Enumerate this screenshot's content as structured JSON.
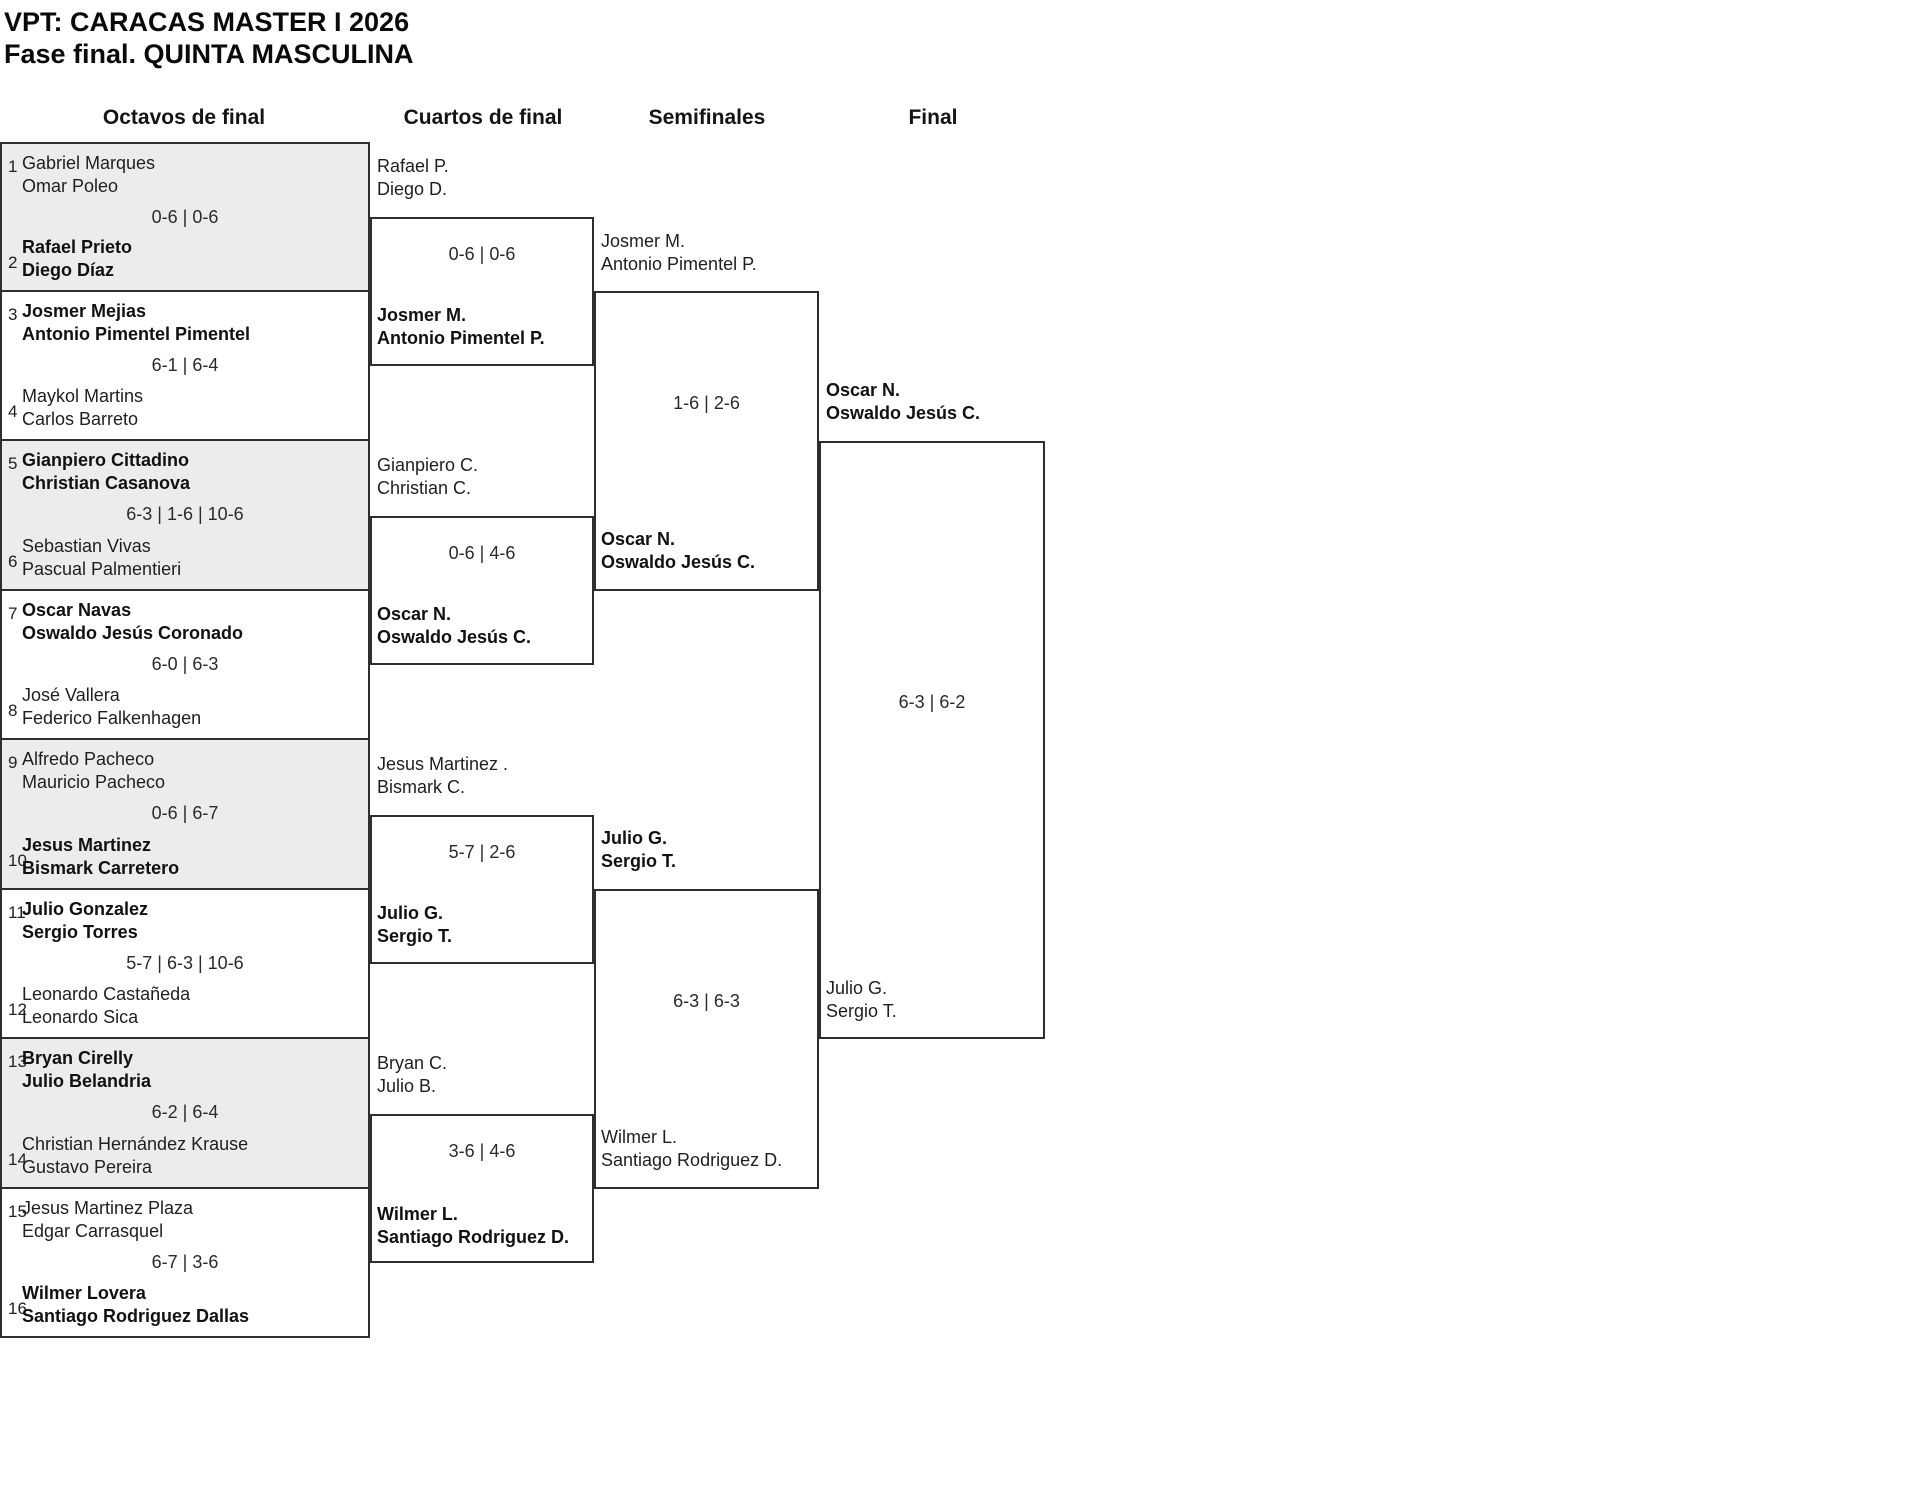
{
  "title": "VPT: CARACAS MASTER I 2026",
  "subtitle": "Fase final. QUINTA MASCULINA",
  "round_headers": [
    "Octavos de final",
    "Cuartos de final",
    "Semifinales",
    "Final"
  ],
  "colors": {
    "alt_match_bg": "#ececec",
    "border": "#2e2e2e",
    "text": "#1f1f1f"
  },
  "octavos": [
    {
      "seed_top": "1",
      "top": [
        "Gabriel Marques",
        "Omar Poleo"
      ],
      "top_winner": false,
      "score": "0-6 | 0-6",
      "seed_bottom": "2",
      "bottom": [
        "Rafael Prieto",
        "Diego Díaz"
      ],
      "bottom_winner": true
    },
    {
      "seed_top": "3",
      "top": [
        "Josmer Mejias",
        "Antonio Pimentel Pimentel"
      ],
      "top_winner": true,
      "score": "6-1 | 6-4",
      "seed_bottom": "4",
      "bottom": [
        "Maykol Martins",
        "Carlos Barreto"
      ],
      "bottom_winner": false
    },
    {
      "seed_top": "5",
      "top": [
        "Gianpiero Cittadino",
        "Christian Casanova"
      ],
      "top_winner": true,
      "score": "6-3 | 1-6 | 10-6",
      "seed_bottom": "6",
      "bottom": [
        "Sebastian Vivas",
        "Pascual Palmentieri"
      ],
      "bottom_winner": false
    },
    {
      "seed_top": "7",
      "top": [
        "Oscar Navas",
        "Oswaldo Jesús Coronado"
      ],
      "top_winner": true,
      "score": "6-0 | 6-3",
      "seed_bottom": "8",
      "bottom": [
        "José Vallera",
        "Federico Falkenhagen"
      ],
      "bottom_winner": false
    },
    {
      "seed_top": "9",
      "top": [
        "Alfredo Pacheco",
        "Mauricio Pacheco"
      ],
      "top_winner": false,
      "score": "0-6 | 6-7",
      "seed_bottom": "10",
      "bottom": [
        "Jesus Martinez",
        "Bismark Carretero"
      ],
      "bottom_winner": true
    },
    {
      "seed_top": "11",
      "top": [
        "Julio Gonzalez",
        "Sergio Torres"
      ],
      "top_winner": true,
      "score": "5-7 | 6-3 | 10-6",
      "seed_bottom": "12",
      "bottom": [
        "Leonardo Castañeda",
        "Leonardo Sica"
      ],
      "bottom_winner": false
    },
    {
      "seed_top": "13",
      "top": [
        "Bryan Cirelly",
        "Julio Belandria"
      ],
      "top_winner": true,
      "score": "6-2 | 6-4",
      "seed_bottom": "14",
      "bottom": [
        "Christian Hernández Krause",
        "Gustavo Pereira"
      ],
      "bottom_winner": false
    },
    {
      "seed_top": "15",
      "top": [
        "Jesus Martinez Plaza",
        "Edgar Carrasquel"
      ],
      "top_winner": false,
      "score": "6-7 | 3-6",
      "seed_bottom": "16",
      "bottom": [
        "Wilmer Lovera",
        "Santiago Rodriguez Dallas"
      ],
      "bottom_winner": true
    }
  ],
  "cuartos": [
    {
      "top": [
        "Rafael P.",
        "Diego D."
      ],
      "top_winner": false,
      "score": "0-6 | 0-6",
      "bottom": [
        "Josmer M.",
        "Antonio Pimentel P."
      ],
      "bottom_winner": true
    },
    {
      "top": [
        "Gianpiero C.",
        "Christian C."
      ],
      "top_winner": false,
      "score": "0-6 | 4-6",
      "bottom": [
        "Oscar N.",
        "Oswaldo Jesús C."
      ],
      "bottom_winner": true
    },
    {
      "top": [
        "Jesus Martinez .",
        "Bismark C."
      ],
      "top_winner": false,
      "score": "5-7 | 2-6",
      "bottom": [
        "Julio G.",
        "Sergio T."
      ],
      "bottom_winner": true
    },
    {
      "top": [
        "Bryan C.",
        "Julio B."
      ],
      "top_winner": false,
      "score": "3-6 | 4-6",
      "bottom": [
        "Wilmer L.",
        "Santiago Rodriguez D."
      ],
      "bottom_winner": true
    }
  ],
  "semifinales": [
    {
      "top": [
        "Josmer M.",
        "Antonio Pimentel P."
      ],
      "top_winner": false,
      "score": "1-6 | 2-6",
      "bottom": [
        "Oscar N.",
        "Oswaldo Jesús C."
      ],
      "bottom_winner": true
    },
    {
      "top": [
        "Julio G.",
        "Sergio T."
      ],
      "top_winner": true,
      "score": "6-3 | 6-3",
      "bottom": [
        "Wilmer L.",
        "Santiago Rodriguez D."
      ],
      "bottom_winner": false
    }
  ],
  "final": [
    {
      "top": [
        "Oscar N.",
        "Oswaldo Jesús C."
      ],
      "top_winner": true,
      "score": "6-3 | 6-2",
      "bottom": [
        "Julio G.",
        "Sergio T."
      ],
      "bottom_winner": false
    }
  ]
}
